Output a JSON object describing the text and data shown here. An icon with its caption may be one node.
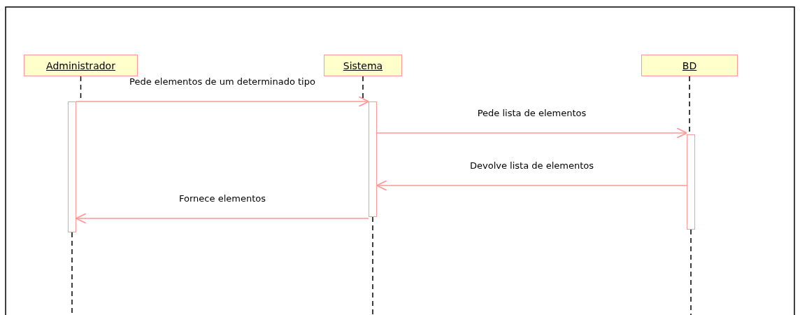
{
  "diagram": {
    "nodes": [
      {
        "text": [
          "Administrador"
        ]
      },
      {
        "text": [
          "Sistema"
        ]
      },
      {
        "text": [
          "BD"
        ]
      },
      {
        "text": [],
        "shape": "bar"
      },
      {
        "text": [],
        "shape": "bar"
      },
      {
        "text": [],
        "shape": "bar"
      }
    ],
    "edges": [
      {
        "from": 3,
        "to": 4,
        "arrow": "to",
        "label": "Pede elementos de um determinado tipo",
        "color": "#ff9999"
      },
      {
        "from": 4,
        "to": 5,
        "arrow": "to",
        "label": "Pede lista de elementos",
        "color": "#ff9999"
      },
      {
        "from": 5,
        "to": 4,
        "arrow": "to",
        "label": "Devolve lista de elementos",
        "color": "#ff9999"
      },
      {
        "from": 4,
        "to": 3,
        "arrow": "to",
        "label": "Fornece elementos",
        "color": "#ff9999"
      },
      {
        "from": 0,
        "to": 3,
        "arrow": "none",
        "style": "dashed",
        "color": "#000000"
      },
      {
        "from": 3,
        "to": null,
        "arrow": "none",
        "style": "dashed",
        "color": "#000000"
      },
      {
        "from": 1,
        "to": 4,
        "arrow": "none",
        "style": "dashed",
        "color": "#000000"
      },
      {
        "from": 4,
        "to": null,
        "arrow": "none",
        "style": "dashed",
        "color": "#000000"
      },
      {
        "from": 2,
        "to": 5,
        "arrow": "none",
        "style": "dashed",
        "color": "#000000"
      },
      {
        "from": 5,
        "to": null,
        "arrow": "none",
        "style": "dashed",
        "color": "#000000"
      }
    ]
  }
}
